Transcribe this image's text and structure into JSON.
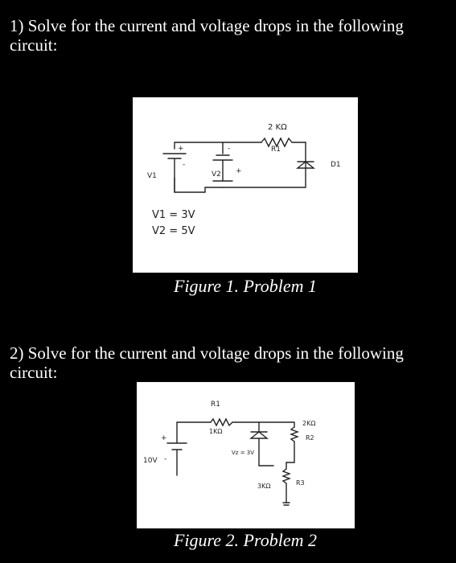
{
  "problem1": {
    "text": "1) Solve for the current and voltage drops in the following circuit:",
    "caption": "Figure 1. Problem 1",
    "diagram": {
      "r1_value": "2 KΩ",
      "r1_name": "R1",
      "d1_name": "D1",
      "v1_name": "V1",
      "v2_name": "V2",
      "plus": "+",
      "minus": "-",
      "given_v1": "V1 = 3V",
      "given_v2": "V2 = 5V"
    }
  },
  "problem2": {
    "text": "2) Solve for the current and voltage drops in the following circuit:",
    "caption": "Figure 2. Problem 2",
    "diagram": {
      "r1_name": "R1",
      "r1_value": "1KΩ",
      "r2_value": "2KΩ",
      "r2_name": "R2",
      "r3_value": "3KΩ",
      "r3_name": "R3",
      "vz_label": "Vz = 3V",
      "source_label": "10V",
      "plus": "+",
      "minus": "-"
    }
  }
}
